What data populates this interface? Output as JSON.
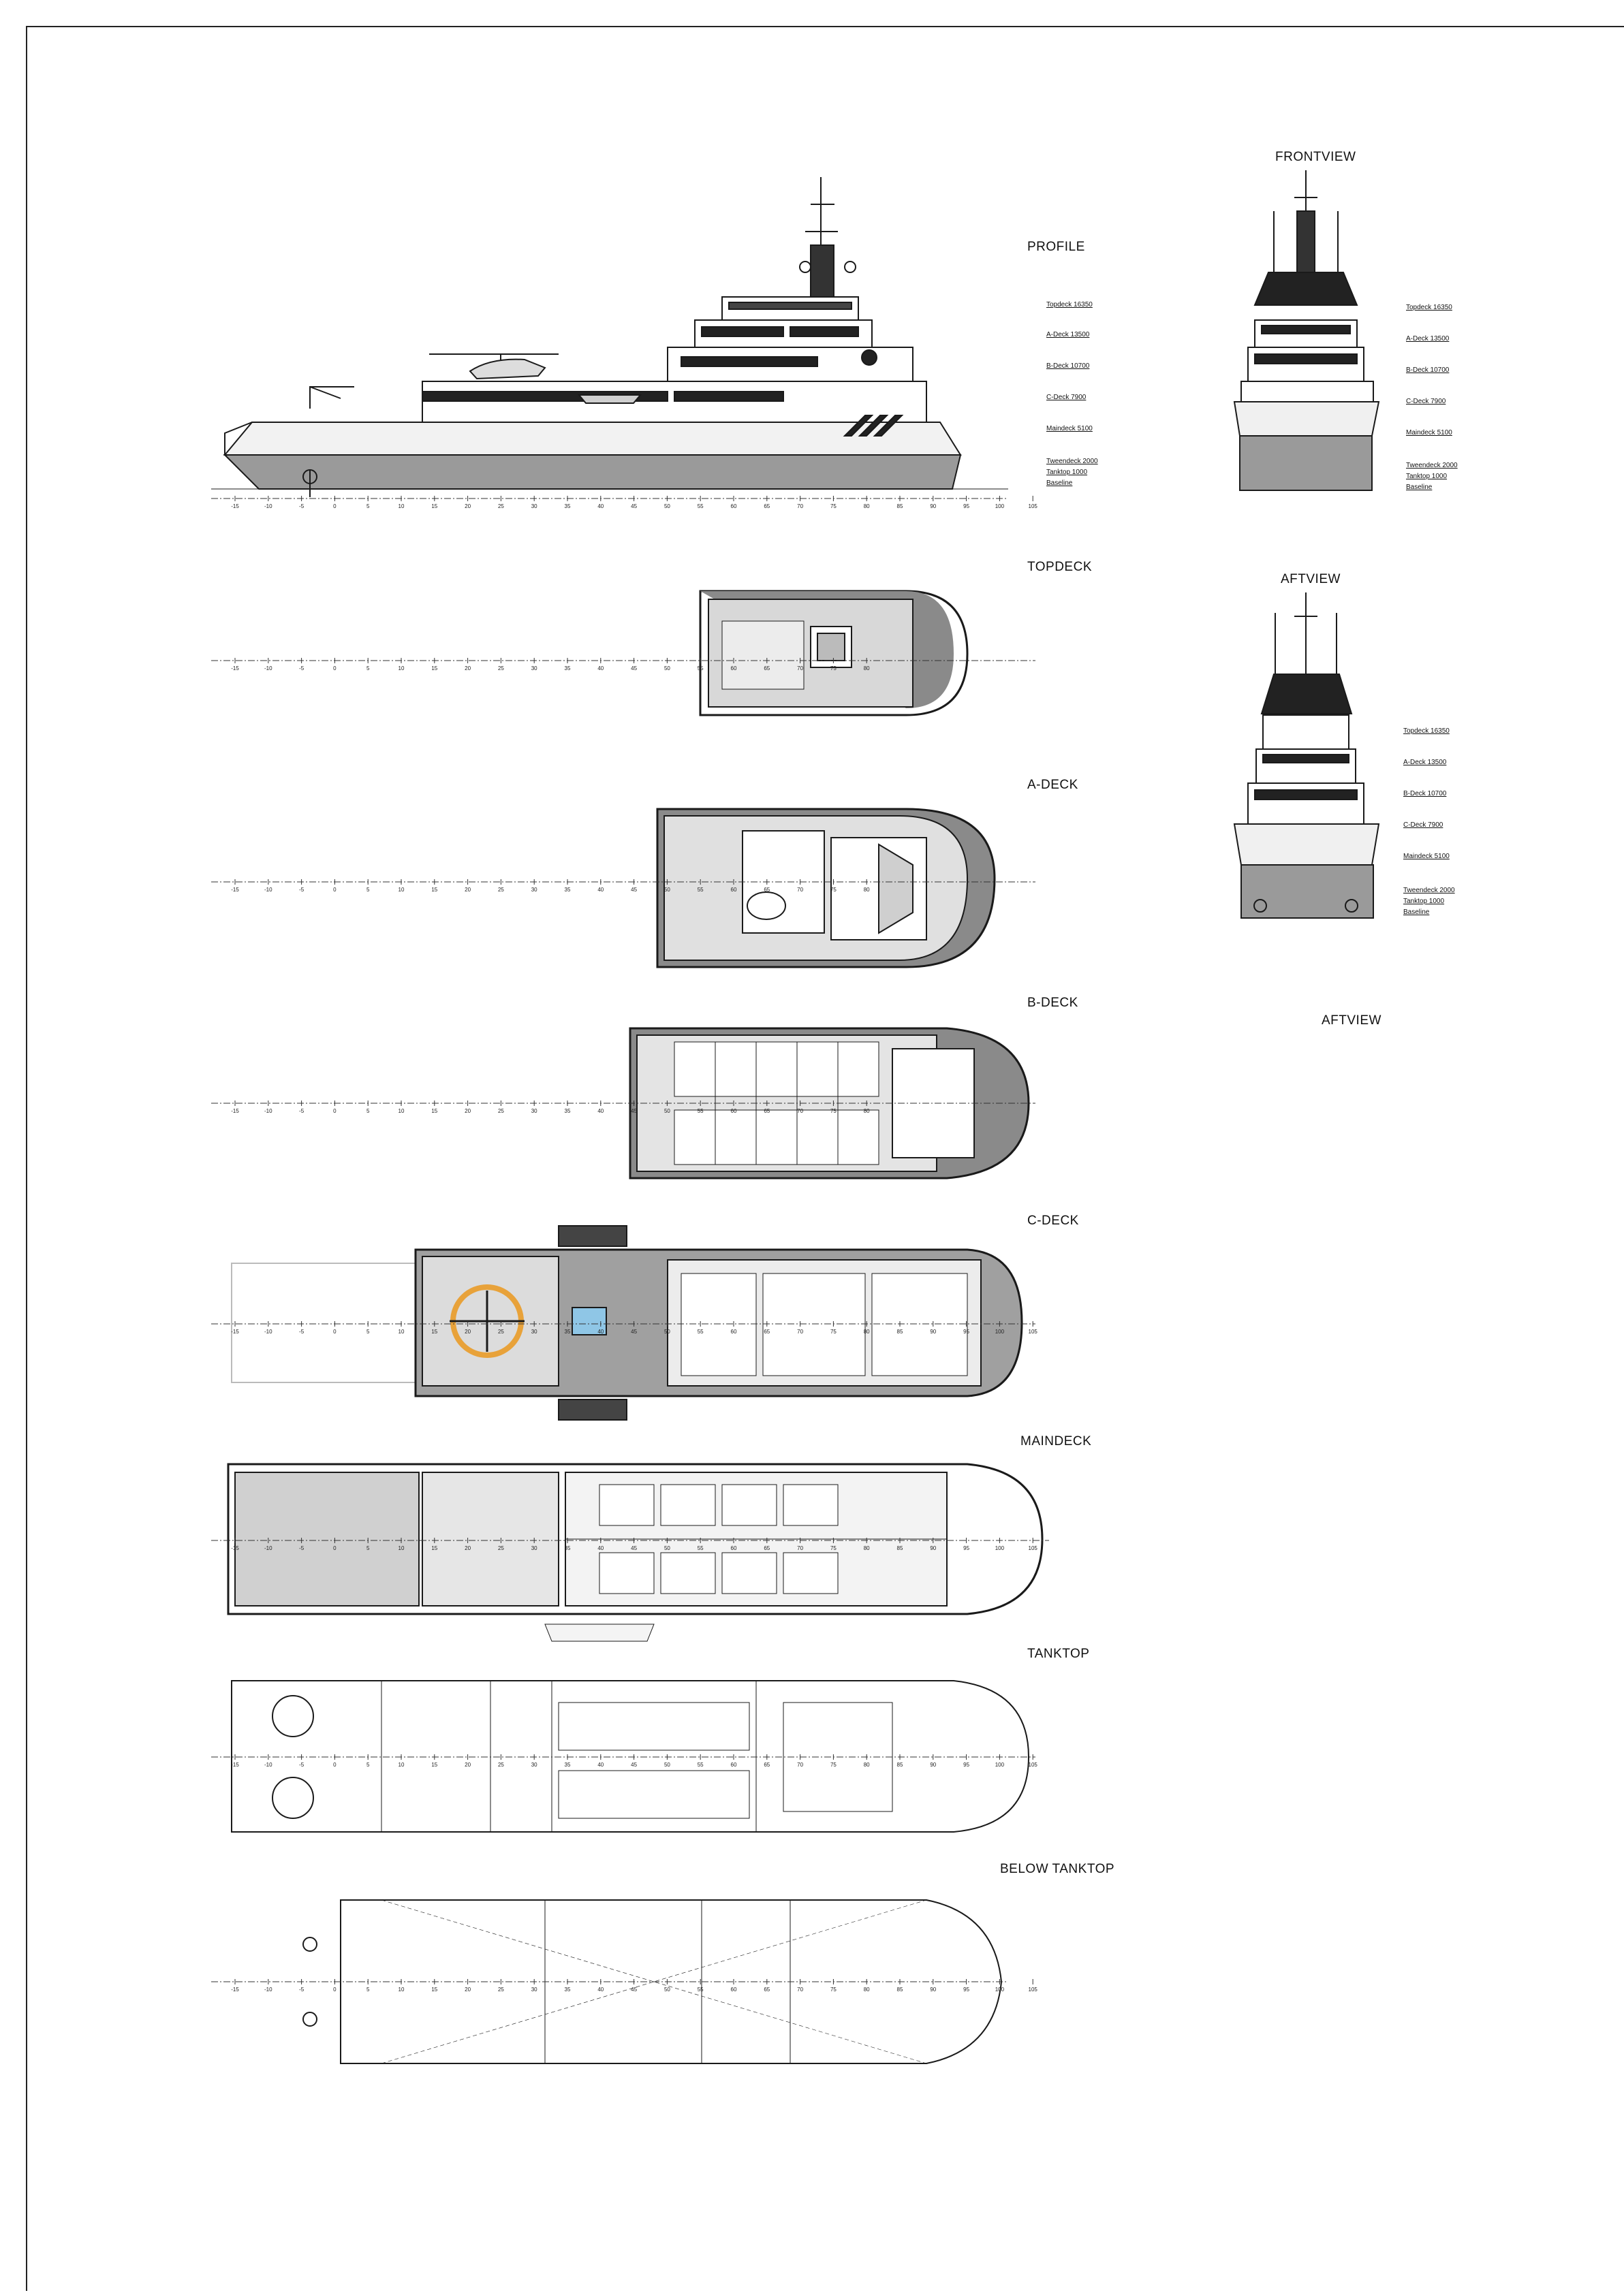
{
  "sheet": {
    "titles": {
      "profile": "PROFILE",
      "frontview": "FRONTVIEW",
      "topdeck": "TOPDECK",
      "aftview_top": "AFTVIEW",
      "adeck": "A-DECK",
      "bdeck": "B-DECK",
      "aftview_label": "AFTVIEW",
      "cdeck": "C-DECK",
      "maindeck": "MAINDECK",
      "tanktop": "TANKTOP",
      "below_tanktop": "BELOW TANKTOP"
    },
    "levels": [
      "Topdeck 16350",
      "A-Deck 13500",
      "B-Deck 10700",
      "C-Deck 7900",
      "Maindeck 5100",
      "Tweendeck 2000",
      "Tanktop 1000",
      "Baseline"
    ],
    "frame_ticks": [
      "-15",
      "-10",
      "-5",
      "0",
      "5",
      "10",
      "15",
      "20",
      "25",
      "30",
      "35",
      "40",
      "45",
      "50",
      "55",
      "60",
      "65",
      "70",
      "75",
      "80",
      "85",
      "90",
      "95",
      "100",
      "105"
    ],
    "colors": {
      "ink": "#1a1a1a",
      "hull_gray": "#9a9a9a",
      "dark": "#222222",
      "helipad": "#e8a23a",
      "pool": "#8fc6e6"
    }
  }
}
